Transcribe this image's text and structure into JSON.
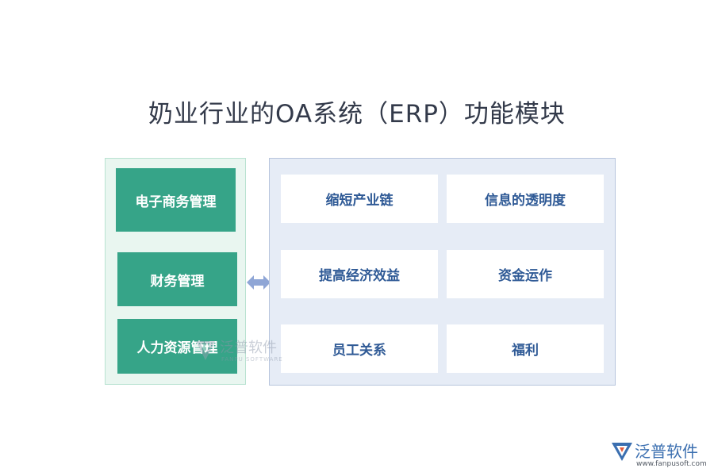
{
  "title": "奶业行业的OA系统（ERP）功能模块",
  "left_items": [
    {
      "label": "电子商务管理"
    },
    {
      "label": "财务管理"
    },
    {
      "label": "人力资源管理"
    }
  ],
  "right_items": [
    {
      "label": "缩短产业链"
    },
    {
      "label": "信息的透明度"
    },
    {
      "label": "提高经济效益"
    },
    {
      "label": "资金运作"
    },
    {
      "label": "员工关系"
    },
    {
      "label": "福利"
    }
  ],
  "watermark": {
    "name": "泛普软件",
    "english": "FANPU SOFTWARE"
  },
  "brand": {
    "name": "泛普软件",
    "url": "www.fanpusoft.com"
  },
  "colors": {
    "left_item": "#36a488",
    "left_panel": "#e9f6f0",
    "right_panel": "#e6ecf6",
    "right_text": "#2f5a96",
    "arrow": "#8fa6d6"
  }
}
